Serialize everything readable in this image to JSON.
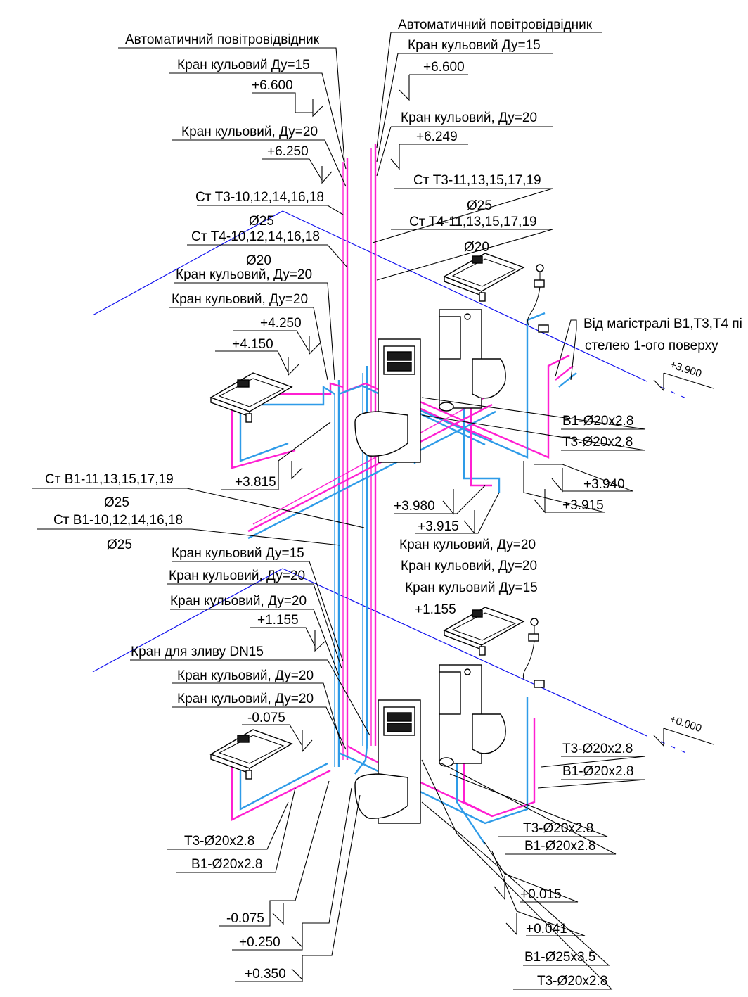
{
  "labels": {
    "air_vent_left": "Автоматичний повітровідвідник",
    "air_vent_right": "Автоматичний повітровідвідник",
    "ball_valve_15_top_left": "Кран кульовий Ду=15",
    "ball_valve_15_top_right": "Кран кульовий Ду=15",
    "elev_6600_left": "+6.600",
    "elev_6600_right": "+6.600",
    "ball_valve_20_top_left": "Кран кульовий, Ду=20",
    "ball_valve_20_top_right": "Кран кульовий, Ду=20",
    "elev_6250": "+6.250",
    "elev_6249": "+6.249",
    "riser_t3_even": "Ст Т3-10,12,14,16,18",
    "riser_t3_even_dia": "Ø25",
    "riser_t3_odd": "Ст Т3-11,13,15,17,19",
    "riser_t3_odd_dia": "Ø25",
    "riser_t4_even": "Ст Т4-10,12,14,16,18",
    "riser_t4_even_dia": "Ø20",
    "riser_t4_odd": "Ст Т4-11,13,15,17,19",
    "riser_t4_odd_dia": "Ø20",
    "ball_valve_20_f2_a": "Кран кульовий, Ду=20",
    "ball_valve_20_f2_b": "Кран кульовий, Ду=20",
    "elev_4250": "+4.250",
    "elev_4150": "+4.150",
    "from_main": "Від магістралі В1,Т3,Т4 пі",
    "from_main_2": "стелею 1-ого поверху",
    "elev_3900": "+3.900",
    "b1_f2_right": "В1-Ø20x2.8",
    "t3_f2_right": "Т3-Ø20x2.8",
    "elev_3815": "+3.815",
    "elev_3940": "+3.940",
    "elev_3915_right": "+3.915",
    "elev_3980": "+3.980",
    "elev_3915_mid": "+3.915",
    "riser_b1_odd": "Ст В1-11,13,15,17,19",
    "riser_b1_odd_dia": "Ø25",
    "riser_b1_even": "Ст В1-10,12,14,16,18",
    "riser_b1_even_dia": "Ø25",
    "ball_valve_15_f1_left": "Кран кульовий Ду=15",
    "ball_valve_20_f1_right_a": "Кран кульовий, Ду=20",
    "ball_valve_20_f1_right_b": "Кран кульовий, Ду=20",
    "ball_valve_15_f1_right": "Кран кульовий Ду=15",
    "ball_valve_20_f1_left_a": "Кран кульовий, Ду=20",
    "ball_valve_20_f1_left_b": "Кран кульовий, Ду=20",
    "elev_1155_left": "+1.155",
    "elev_1155_right": "+1.155",
    "drain_valve": "Кран для зливу DN15",
    "ball_valve_20_f1_c": "Кран кульовий, Ду=20",
    "ball_valve_20_f1_d": "Кран кульовий, Ду=20",
    "elev_m0075_top": "-0.075",
    "elev_0000": "+0.000",
    "t3_f1_right_top": "Т3-Ø20x2.8",
    "b1_f1_right_top": "В1-Ø20x2.8",
    "t3_f1_right_mid": "Т3-Ø20x2.8",
    "b1_f1_right_mid": "В1-Ø20x2.8",
    "t3_f1_left": "Т3-Ø20x2.8",
    "b1_f1_left": "В1-Ø20x2.8",
    "elev_0015": "+0.015",
    "elev_0041": "+0.041",
    "b1_main": "В1-Ø25x3.5",
    "t3_main": "Т3-Ø20x2.8",
    "elev_m0075_bottom": "-0.075",
    "elev_0250": "+0.250",
    "elev_0350": "+0.350"
  },
  "colors": {
    "hot_water_t3": "#ff1fd2",
    "cold_water_b1": "#2e9be8",
    "axis_line": "#1010ee",
    "text": "#000000"
  }
}
